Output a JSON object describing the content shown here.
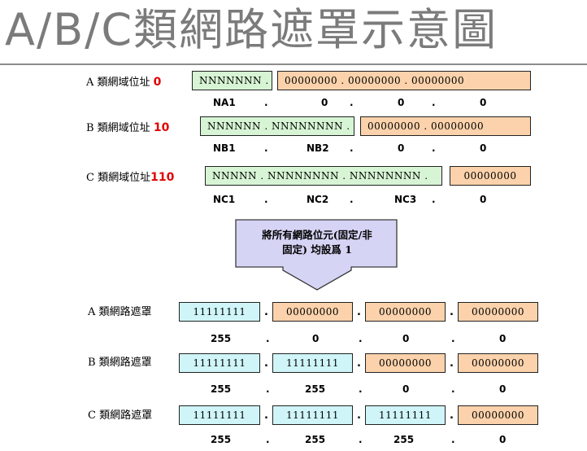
{
  "title": "A/B/C類網路遮罩示意圖",
  "network_rows": [
    {
      "label": "A 類網域位址",
      "prefix": "0",
      "green_text": "NNNNNNN .",
      "orange_text": "00000000 .   00000000 .   00000000",
      "subs": [
        "NA1",
        ".",
        "0",
        ".",
        "0",
        ".",
        "0"
      ]
    },
    {
      "label": "B 類網域位址",
      "prefix": "10",
      "green_text": "NNNNNN .  NNNNNNNN .",
      "orange_text": "00000000 .   00000000",
      "subs": [
        "NB1",
        ".",
        "NB2",
        ".",
        "0",
        ".",
        "0"
      ]
    },
    {
      "label": "C 類網域位址",
      "prefix": "110",
      "green_text": "NNNNN .  NNNNNNNN .    NNNNNNNN .",
      "orange_text": "00000000",
      "subs": [
        "NC1",
        ".",
        "NC2",
        ".",
        "NC3",
        ".",
        "0"
      ]
    }
  ],
  "callout": {
    "line1": "將所有網路位元(固定/非",
    "line2": "固定) 均設爲 1"
  },
  "mask_rows": [
    {
      "label": "A 類網路遮罩",
      "octets": [
        "11111111",
        "00000000",
        "00000000",
        "00000000"
      ],
      "kinds": [
        "cyan",
        "orange",
        "orange",
        "orange"
      ],
      "values": [
        "255",
        "0",
        "0",
        "0"
      ]
    },
    {
      "label": "B 類網路遮罩",
      "octets": [
        "11111111",
        "11111111",
        "00000000",
        "00000000"
      ],
      "kinds": [
        "cyan",
        "cyan",
        "orange",
        "orange"
      ],
      "values": [
        "255",
        "255",
        "0",
        "0"
      ]
    },
    {
      "label": "C 類網路遮罩",
      "octets": [
        "11111111",
        "11111111",
        "11111111",
        "00000000"
      ],
      "kinds": [
        "cyan",
        "cyan",
        "cyan",
        "orange"
      ],
      "values": [
        "255",
        "255",
        "255",
        "0"
      ]
    }
  ],
  "separator": ".",
  "colors": {
    "title": "#7b7b7b",
    "prefix": "#e00000",
    "network_part": "#d7f5d4",
    "host_part": "#fbd2ab",
    "mask_ones": "#cff5f8",
    "callout_fill": "#d6d4f5"
  }
}
